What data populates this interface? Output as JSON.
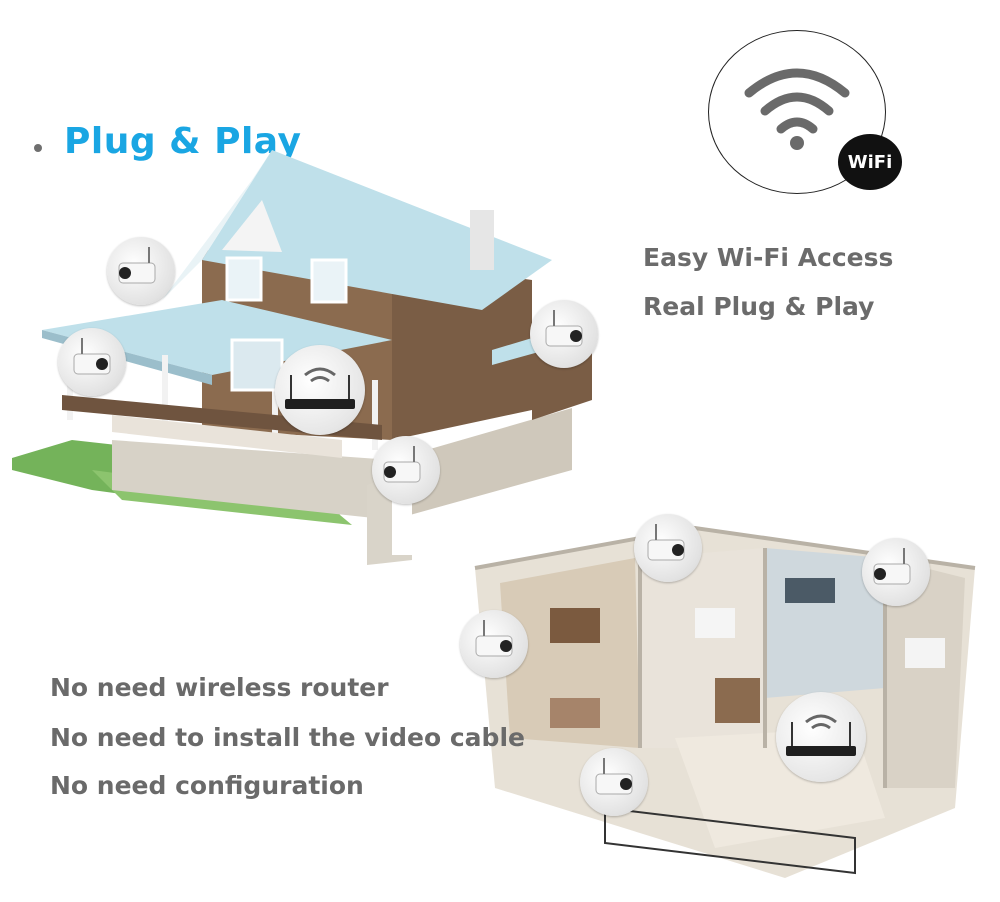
{
  "headline": {
    "text": "Plug & Play"
  },
  "wifi_badge": {
    "label": "WiFi",
    "icon": "wifi-signal-icon"
  },
  "features": [
    "Easy Wi-Fi Access",
    "Real Plug & Play"
  ],
  "notes": [
    "No need wireless router",
    "No need to install the video cable",
    "No need configuration"
  ],
  "colors": {
    "headline": "#1aa6e3",
    "text_gray": "#6b6b6b",
    "roof": "#b9dbe6",
    "wood": "#8a6a4f",
    "grass": "#6aa84f",
    "badge_bg": "#111111"
  }
}
